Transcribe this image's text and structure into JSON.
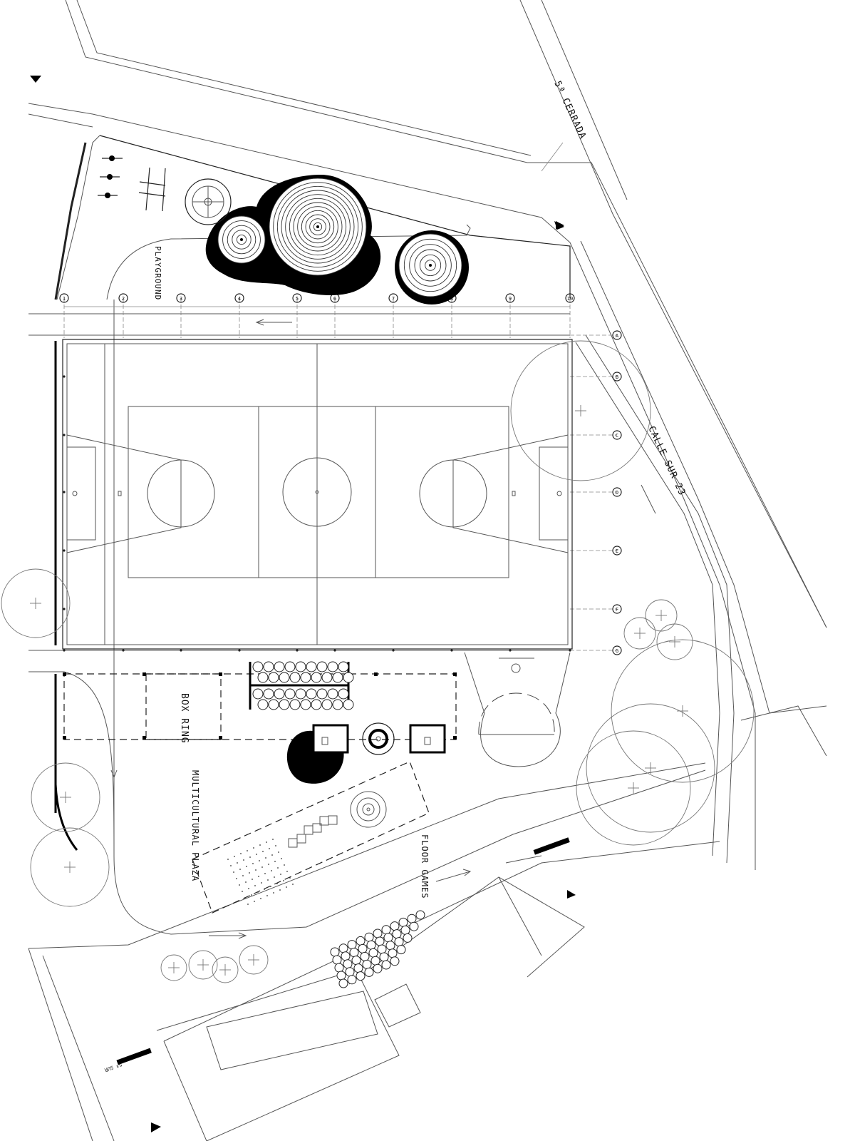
{
  "labels": {
    "street_cerrada": "5ª CERRADA",
    "street_calle": "CALLE SUR 23",
    "playground": "PLAYGROUND",
    "box_ring": "BOX RING",
    "multicultural_plaza": "MULTICULTURAL PLAZA",
    "floor_games": "FLOOR GAMES",
    "bottom_street": "5ª SUR"
  },
  "axes": {
    "top_tags": [
      "1",
      "2",
      "3",
      "4",
      "5",
      "6",
      "7",
      "8",
      "9",
      "10"
    ],
    "right_tags": [
      "A",
      "B",
      "C",
      "D",
      "E",
      "F",
      "G"
    ]
  },
  "colors": {
    "line": "#555555",
    "fill_black": "#000000",
    "background": "#ffffff"
  }
}
